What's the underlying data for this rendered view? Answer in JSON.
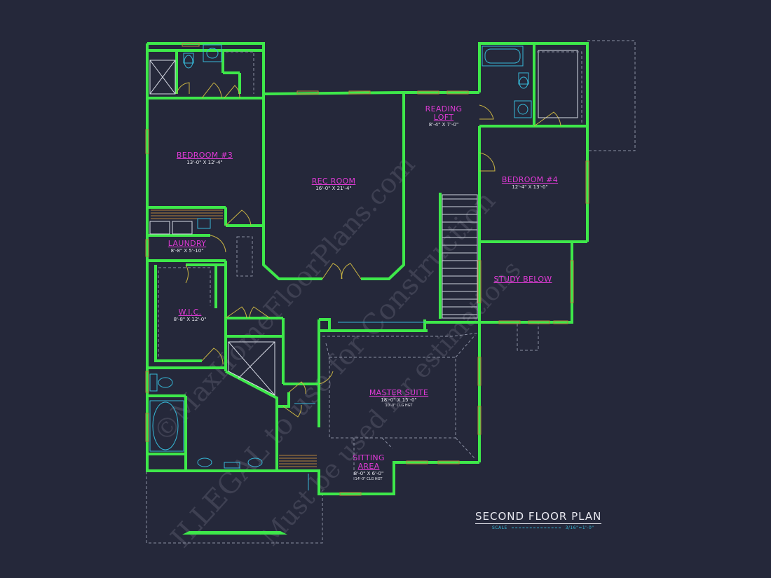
{
  "plan": {
    "title": "SECOND FLOOR PLAN",
    "scale_label": "SCALE",
    "scale_value": "3/16\"=1'-0\""
  },
  "rooms": {
    "bedroom3": {
      "name": "BEDROOM #3",
      "dims": "13'-0\" X 12'-4\""
    },
    "rec_room": {
      "name": "REC ROOM",
      "dims": "16'-0\" X 21'-4\""
    },
    "reading_loft": {
      "name_line1": "READING",
      "name_line2": "LOFT",
      "dims": "8'-4\" X 7'-0\""
    },
    "bedroom4": {
      "name": "BEDROOM #4",
      "dims": "12'-4\" X 13'-0\""
    },
    "laundry": {
      "name": "LAUNDRY",
      "dims": "8'-8\" X 5'-10\""
    },
    "wic": {
      "name": "W.I.C.",
      "dims": "8'-8\" X 12'-0\""
    },
    "study_below": {
      "name": "STUDY BELOW"
    },
    "master_suite": {
      "name": "MASTER SUITE",
      "dims": "18'-0\" X 15'-0\"",
      "note": "10'-0\" CLG HGT"
    },
    "sitting_area": {
      "name_line1": "SITTING",
      "name_line2": "AREA",
      "dims": "8'-0\" X 6'-0\"",
      "note": "14'-0\" CLG HGT"
    }
  },
  "watermark": {
    "line1": "©MaxHomeFloorPlans.com",
    "line2": "ILLEGAL to use for Construction",
    "line3": "Must be used for estimations"
  },
  "colors": {
    "background": "#25283a",
    "walls": "#3ee84a",
    "room_names": "#e03ad6",
    "fixtures": "#36b9d8",
    "doors": "#c9b443",
    "windows": "#b5823a"
  }
}
